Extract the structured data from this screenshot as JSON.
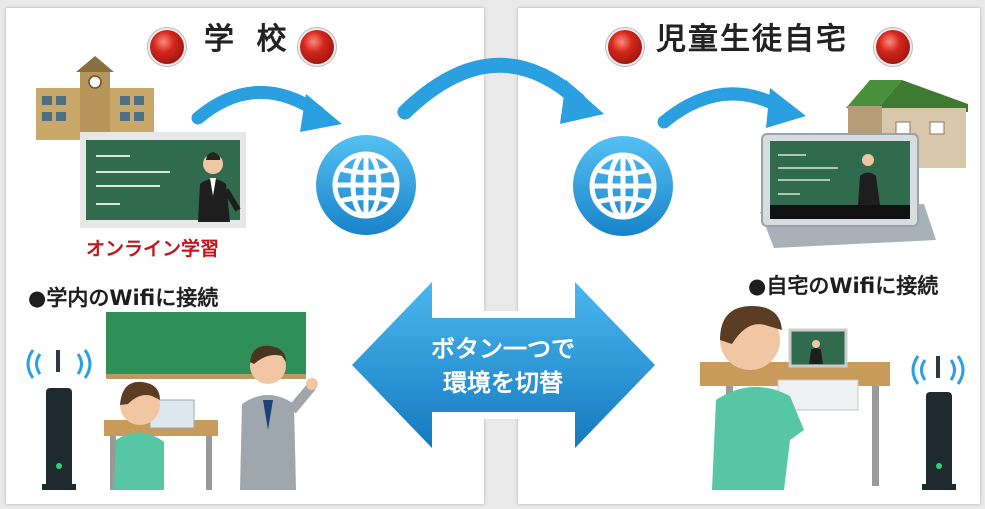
{
  "school": {
    "title": "学 校",
    "online_label": "オンライン学習",
    "wifi_label": "●学内のWifiに接続"
  },
  "home": {
    "title": "児童生徒自宅",
    "wifi_label": "●自宅のWifiに接続"
  },
  "switch_button": {
    "line1": "ボタン一つで",
    "line2": "環境を切替"
  },
  "colors": {
    "accent_blue": "#2aa0e0",
    "dot_red": "#c8221a",
    "online_label_red": "#c4141c",
    "blackboard": "#2f6b4c"
  },
  "icons": [
    "globe-icon",
    "globe-icon",
    "wifi-router-icon",
    "wifi-router-icon",
    "school-building-icon",
    "house-icon",
    "tablet-icon",
    "teacher-figure",
    "student-figure"
  ]
}
